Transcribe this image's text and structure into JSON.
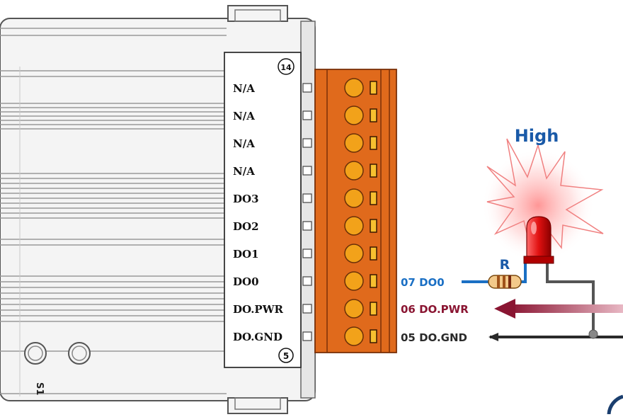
{
  "module": {
    "pin_top": "14",
    "pin_bottom": "5",
    "side_text": "S1",
    "pins": [
      {
        "label": "N/A"
      },
      {
        "label": "N/A"
      },
      {
        "label": "N/A"
      },
      {
        "label": "N/A"
      },
      {
        "label": "DO3"
      },
      {
        "label": "DO2"
      },
      {
        "label": "DO1"
      },
      {
        "label": "DO0"
      },
      {
        "label": "DO.PWR"
      },
      {
        "label": "DO.GND"
      }
    ]
  },
  "wiring": {
    "do0": {
      "label": "07 DO0",
      "color": "#1a6fc4"
    },
    "pwr": {
      "label": "06 DO.PWR",
      "color": "#8a1532"
    },
    "gnd": {
      "label": "05 DO.GND",
      "color": "#2a2a2a"
    }
  },
  "resistor": {
    "label": "R"
  },
  "led": {
    "state_label": "High",
    "color": "#e01010"
  },
  "colors": {
    "terminal_block": "#e06a1c",
    "screw": "#f2a21a",
    "label_blue": "#1a5aa8"
  }
}
